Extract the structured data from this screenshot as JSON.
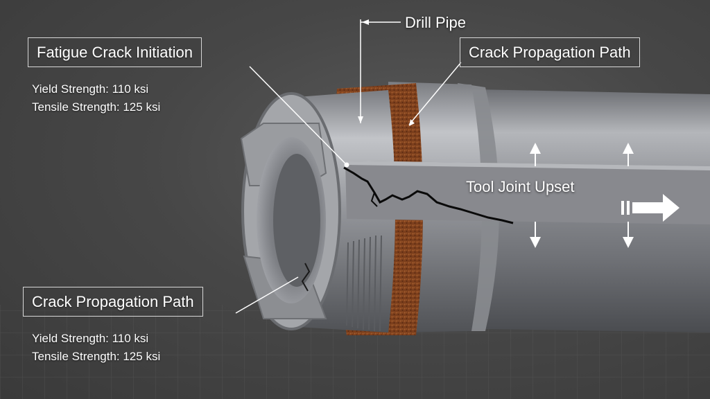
{
  "labels": {
    "fatigue_crack_initiation": "Fatigue Crack Initiation",
    "drill_pipe": "Drill Pipe",
    "crack_propagation_top": "Crack Propagation Path",
    "crack_propagation_bottom": "Crack Propagation Path",
    "tool_joint_upset": "Tool Joint Upset"
  },
  "specs_top": {
    "yield": "Yield Strength: 110 ksi",
    "tensile": "Tensile Strength: 125 ksi"
  },
  "specs_bottom": {
    "yield": "Yield Strength: 110 ksi",
    "tensile": "Tensile Strength: 125 ksi"
  },
  "colors": {
    "background": "#464646",
    "steel": "#8e9095",
    "coating": "#8a4a22",
    "crack": "#0a0a0a",
    "annotation": "#ffffff"
  }
}
